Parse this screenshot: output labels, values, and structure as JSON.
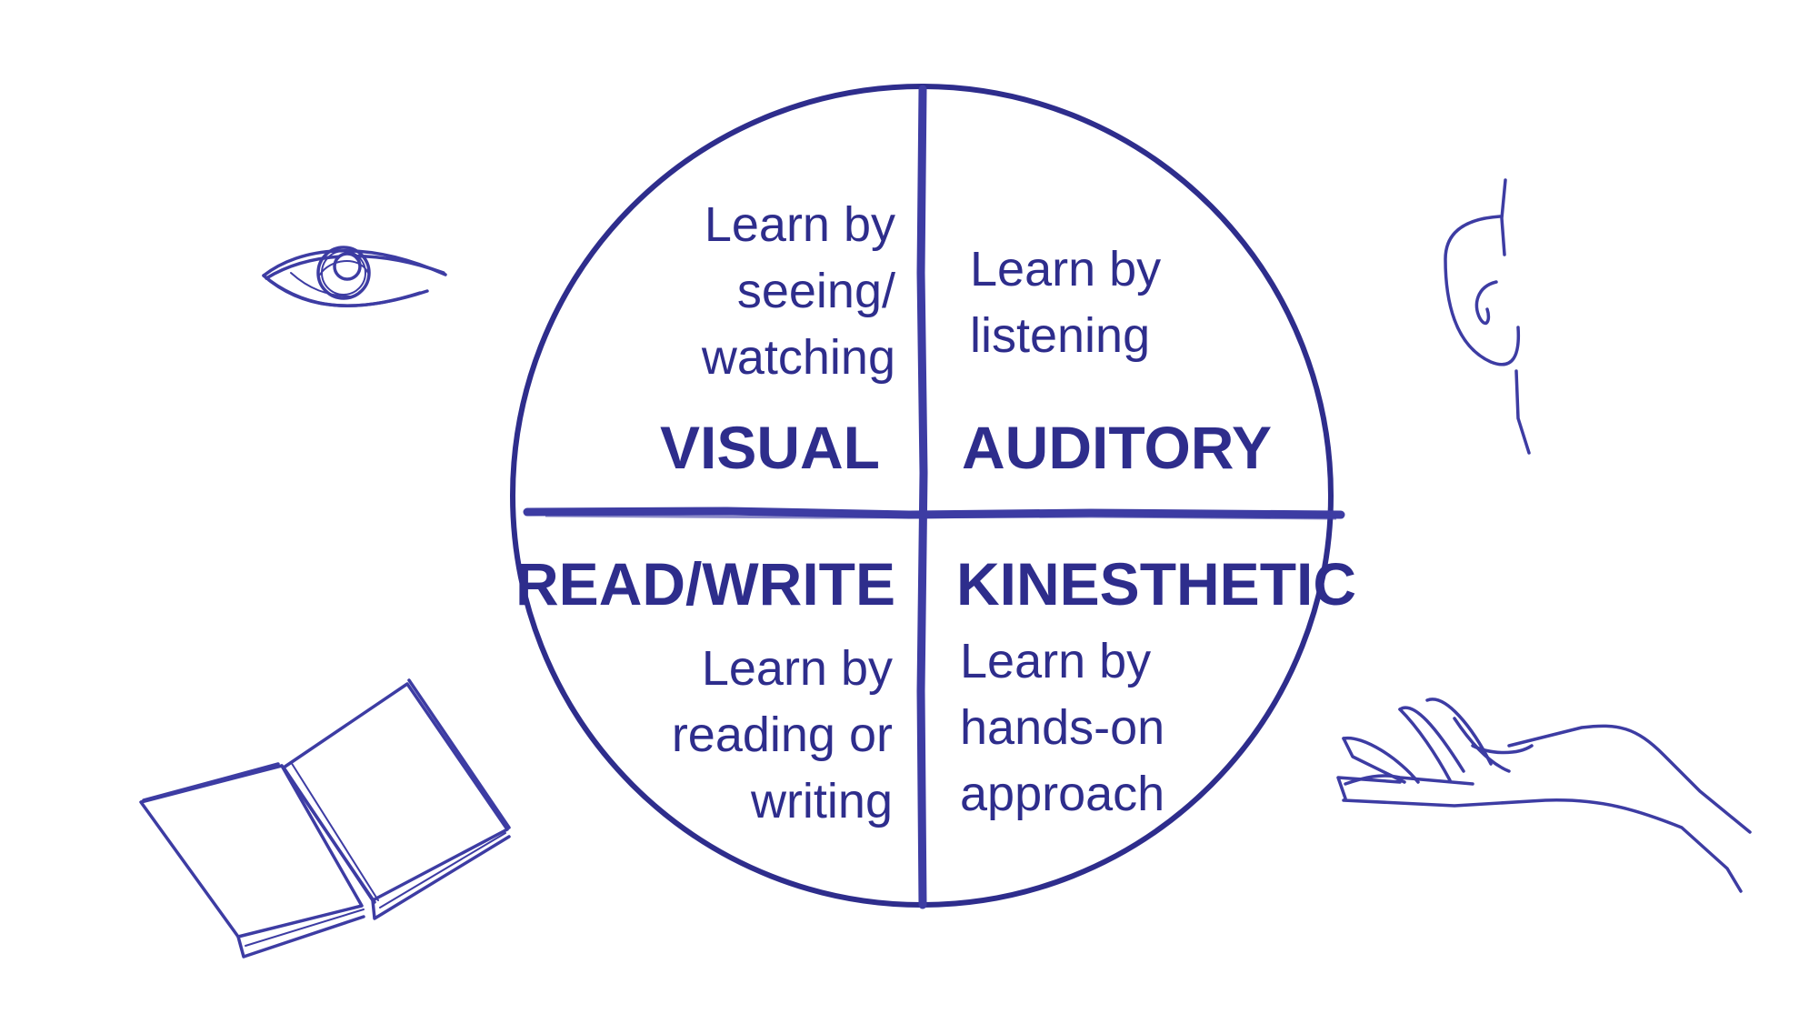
{
  "colors": {
    "ink": "#2e2d8c",
    "sketch": "#3d3ca3",
    "background": "#ffffff"
  },
  "quadrants": {
    "visual": {
      "title": "VISUAL",
      "desc": [
        "Learn by",
        "seeing/",
        "watching"
      ],
      "icon": "eye-icon"
    },
    "auditory": {
      "title": "AUDITORY",
      "desc": [
        "Learn by",
        "listening"
      ],
      "icon": "ear-icon"
    },
    "read_write": {
      "title": "READ/WRITE",
      "desc": [
        "Learn by",
        "reading or",
        "writing"
      ],
      "icon": "book-icon"
    },
    "kinesthetic": {
      "title": "KINESTHETIC",
      "desc": [
        "Learn by",
        "hands-on",
        "approach"
      ],
      "icon": "hand-icon"
    }
  }
}
